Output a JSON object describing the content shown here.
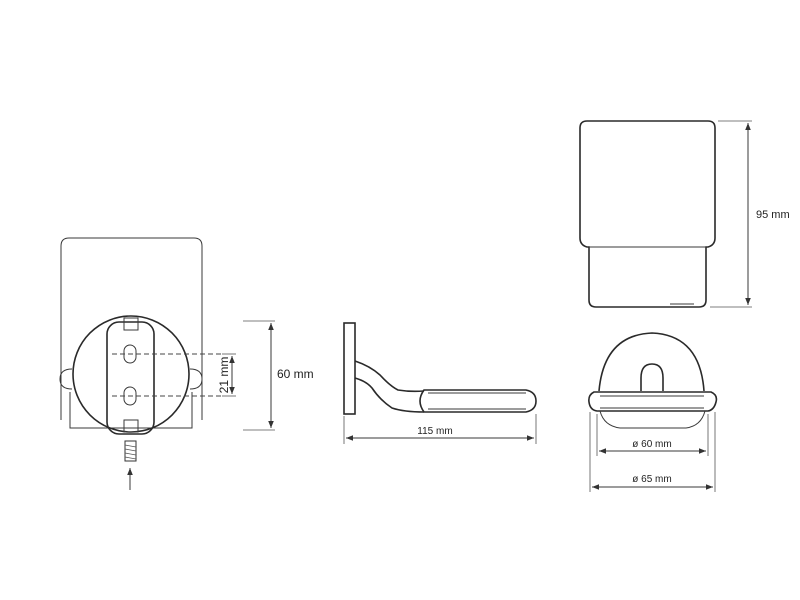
{
  "dimensions": {
    "mount_height": "60 mm",
    "hole_spacing": "21 mm",
    "arm_length": "115 mm",
    "cup_height": "95 mm",
    "base_inner_diameter": "ø 60 mm",
    "base_outer_diameter": "ø 65 mm"
  }
}
